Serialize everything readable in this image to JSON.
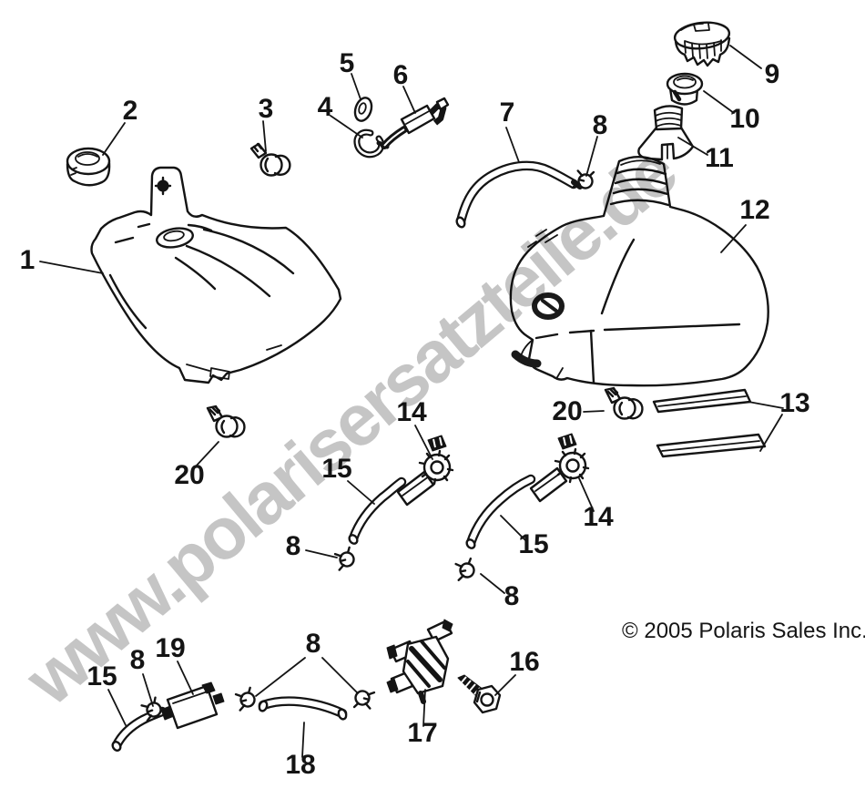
{
  "diagram": {
    "watermark": "www.polarisersatzteile.de",
    "copyright": "© 2005 Polaris Sales Inc.",
    "part_numbers": [
      "1",
      "2",
      "3",
      "4",
      "5",
      "6",
      "7",
      "8",
      "9",
      "10",
      "11",
      "12",
      "13",
      "14",
      "15",
      "16",
      "17",
      "18",
      "19",
      "20"
    ]
  },
  "callouts": [
    "1",
    "2",
    "3",
    "4",
    "5",
    "6",
    "7",
    "8",
    "9",
    "10",
    "11",
    "12",
    "13",
    "14",
    "15",
    "8",
    "20",
    "20",
    "14",
    "15",
    "8",
    "15",
    "8",
    "19",
    "8",
    "18",
    "16",
    "17"
  ]
}
